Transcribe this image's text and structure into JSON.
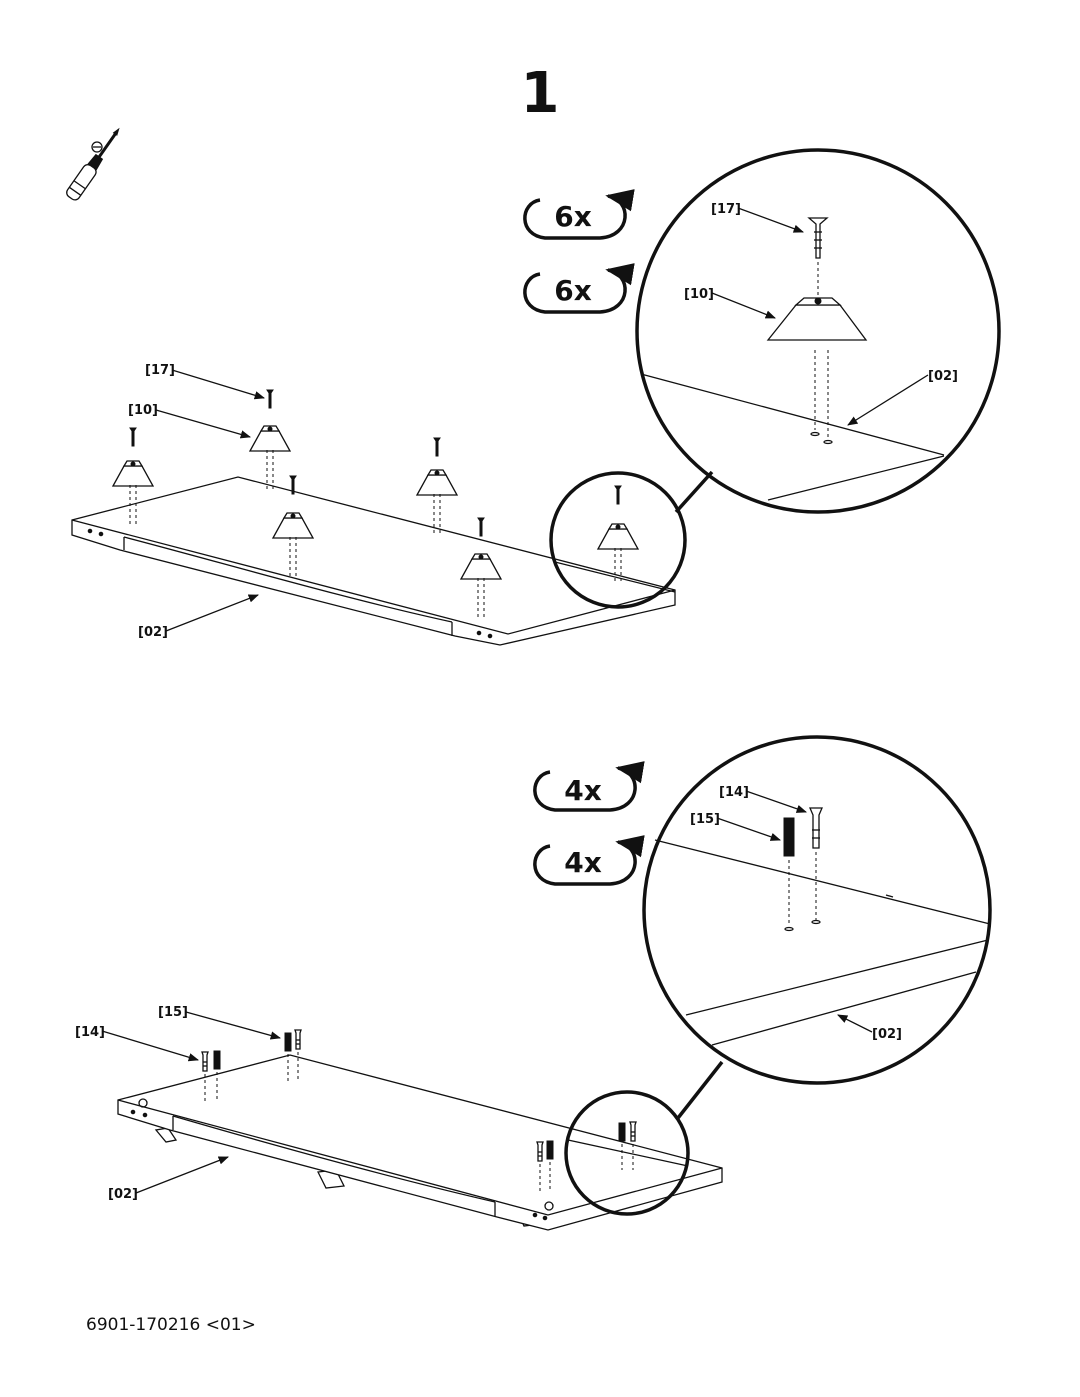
{
  "step_number": "1",
  "footer_code": "6901-170216 <01>",
  "icons": {
    "tool": "screwdriver-icon",
    "repeat": "rotate-arrows-icon"
  },
  "panel_top": {
    "qty_a": "6x",
    "qty_b": "6x",
    "labels": {
      "screw": "[17]",
      "foot": "[10]",
      "board": "[02]"
    },
    "detail_labels": {
      "screw": "[17]",
      "foot": "[10]",
      "board": "[02]"
    }
  },
  "panel_bottom": {
    "qty_a": "4x",
    "qty_b": "4x",
    "labels": {
      "cam_bolt": "[14]",
      "dowel": "[15]",
      "board": "[02]"
    },
    "detail_labels": {
      "cam_bolt": "[14]",
      "dowel": "[15]",
      "board": "[02]"
    }
  }
}
